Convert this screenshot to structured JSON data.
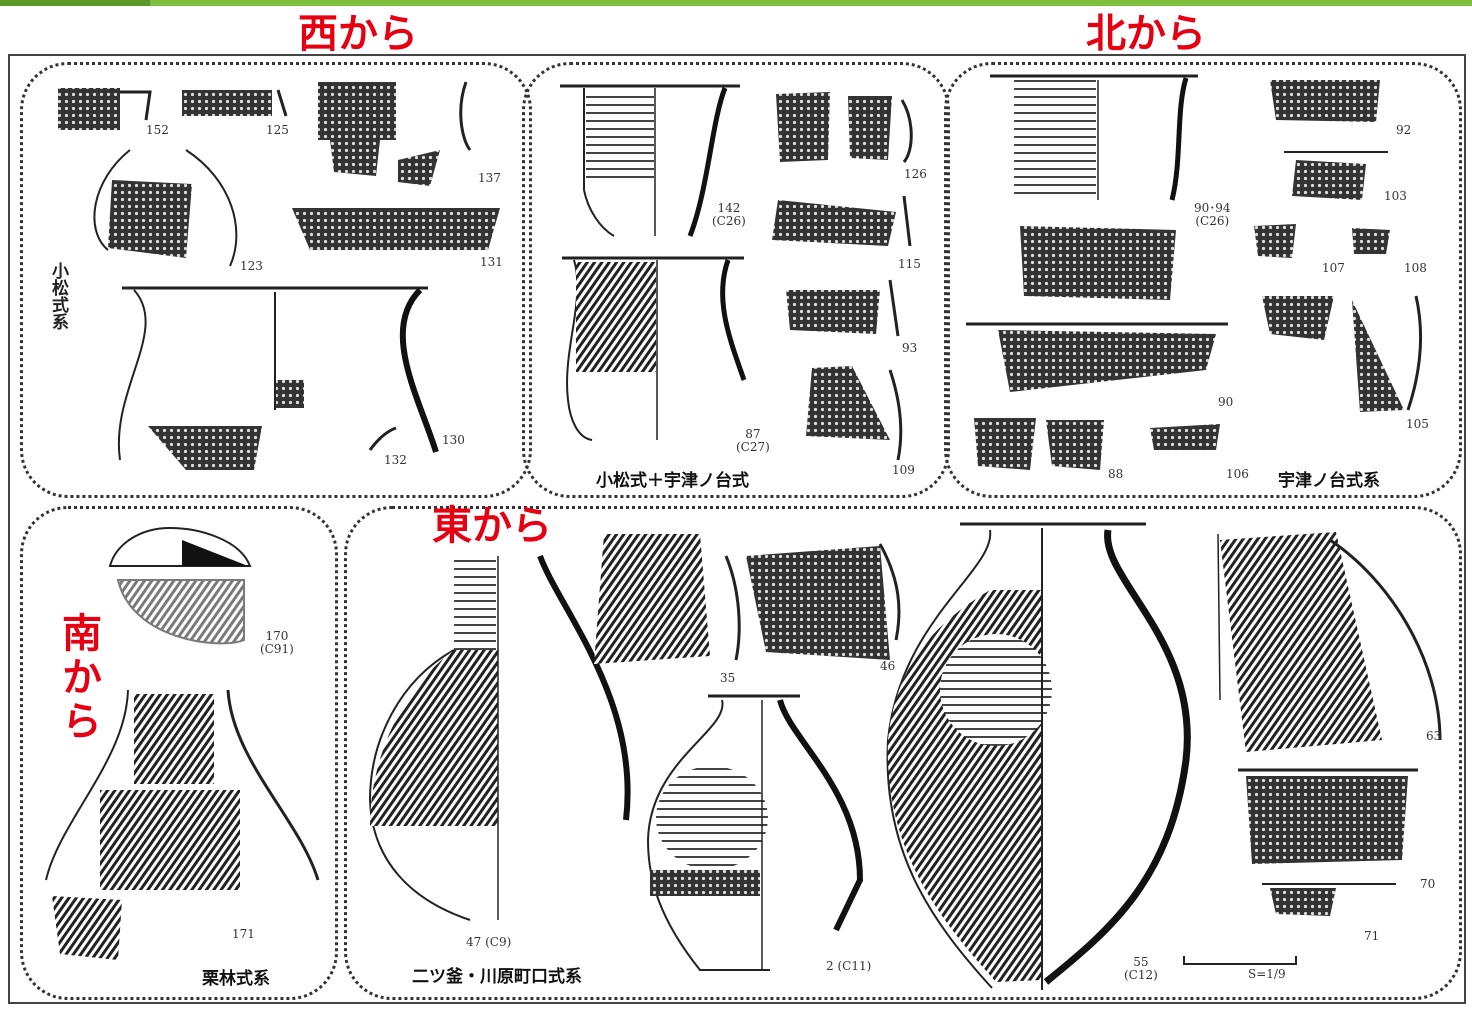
{
  "directions": {
    "west": "西から",
    "north": "北から",
    "east": "東から",
    "south": "南から"
  },
  "captions": {
    "komatsu": "小松式系",
    "komatsu_utsunodai": "小松式＋宇津ノ台式",
    "utsunodai": "宇津ノ台式系",
    "kuribayashi": "栗林式系",
    "futatsugama": "二ツ釜・川原町口式系"
  },
  "scale": "S=1/9",
  "figure_numbers": {
    "n152": "152",
    "n125": "125",
    "n137": "137",
    "n123": "123",
    "n131": "131",
    "n130": "130",
    "n132": "132",
    "n142": "142\n(C26)",
    "n126": "126",
    "n115": "115",
    "n93": "93",
    "n87": "87\n(C27)",
    "n109": "109",
    "n92": "92",
    "n103": "103",
    "n9094": "90･94\n(C26)",
    "n107": "107",
    "n108": "108",
    "n90": "90",
    "n105": "105",
    "n88": "88",
    "n106": "106",
    "n170": "170\n(C91)",
    "n171": "171",
    "n35": "35",
    "n46": "46",
    "n47": "47 (C9)",
    "n2": "2 (C11)",
    "n55": "55\n(C12)",
    "n63": "63",
    "n70": "70",
    "n71": "71"
  },
  "colors": {
    "direction_label": "#e60012",
    "line_art": "#111111",
    "top_bar": "#7fbf3f"
  }
}
